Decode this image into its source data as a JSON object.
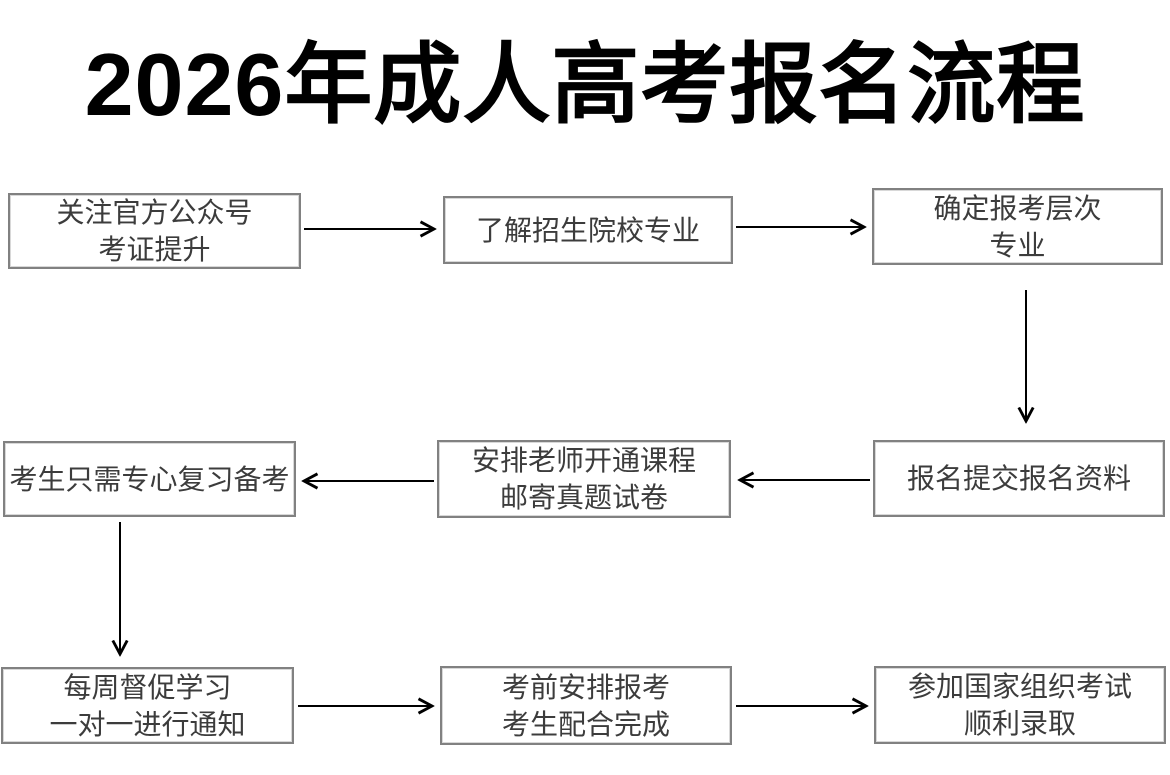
{
  "title": "2026年成人高考报名流程",
  "colors": {
    "background": "#ffffff",
    "title_text": "#000000",
    "box_border": "#818181",
    "box_text": "#3c3c3c",
    "arrow": "#000000"
  },
  "flow": {
    "steps": [
      {
        "id": 1,
        "lines": [
          "关注官方公众号",
          "考证提升"
        ]
      },
      {
        "id": 2,
        "lines": [
          "了解招生院校专业"
        ]
      },
      {
        "id": 3,
        "lines": [
          "确定报考层次",
          "专业"
        ]
      },
      {
        "id": 4,
        "lines": [
          "报名提交报名资料"
        ]
      },
      {
        "id": 5,
        "lines": [
          "安排老师开通课程",
          "邮寄真题试卷"
        ]
      },
      {
        "id": 6,
        "lines": [
          "考生只需专心复习备考"
        ]
      },
      {
        "id": 7,
        "lines": [
          "每周督促学习",
          "一对一进行通知"
        ]
      },
      {
        "id": 8,
        "lines": [
          "考前安排报考",
          "考生配合完成"
        ]
      },
      {
        "id": 9,
        "lines": [
          "参加国家组织考试",
          "顺利录取"
        ]
      }
    ],
    "connections": [
      "step1->step2",
      "step2->step3",
      "step3->step4(down)",
      "step4->step5(left)",
      "step5->step6(left)",
      "step6->step7(down)",
      "step7->step8",
      "step8->step9"
    ]
  }
}
